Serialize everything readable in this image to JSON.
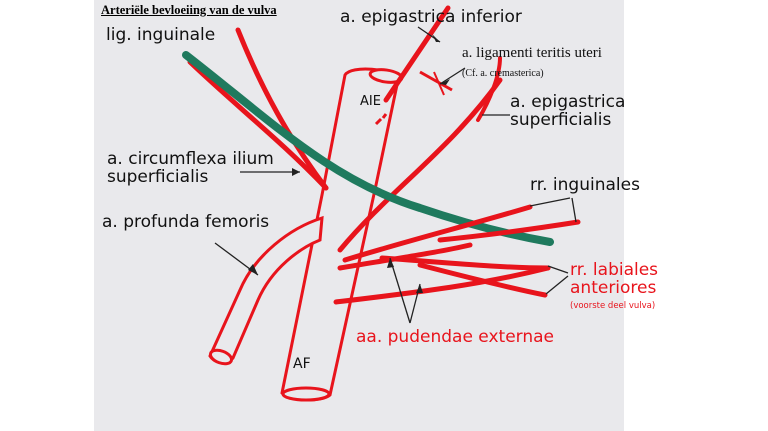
{
  "title": "Arteriële bevloeiing van de vulva",
  "labels": {
    "epigastrica_inferior": "a. epigastrica inferior",
    "lig_inguinale": "lig. inguinale",
    "lig_teretis_1": "a. ligamenti teritis uteri",
    "lig_teretis_2": "(Cf. a. cremasterica)",
    "aie": "AIE",
    "epigastrica_superficialis_1": "a. epigastrica",
    "epigastrica_superficialis_2": "superficialis",
    "circumflexa_1": "a. circumflexa ilium",
    "circumflexa_2": "superficialis",
    "rr_inguinales": "rr. inguinales",
    "profunda_femoris": "a. profunda femoris",
    "rr_labiales_1": "rr. labiales",
    "rr_labiales_2": "anteriores",
    "rr_labiales_3": "(voorste deel vulva)",
    "pudendae_externae": "aa. pudendae externae",
    "af": "AF"
  },
  "colors": {
    "artery": "#e8141c",
    "ligament": "#1f7a5e",
    "panel": "#e9e9ec",
    "text": "#111111"
  }
}
